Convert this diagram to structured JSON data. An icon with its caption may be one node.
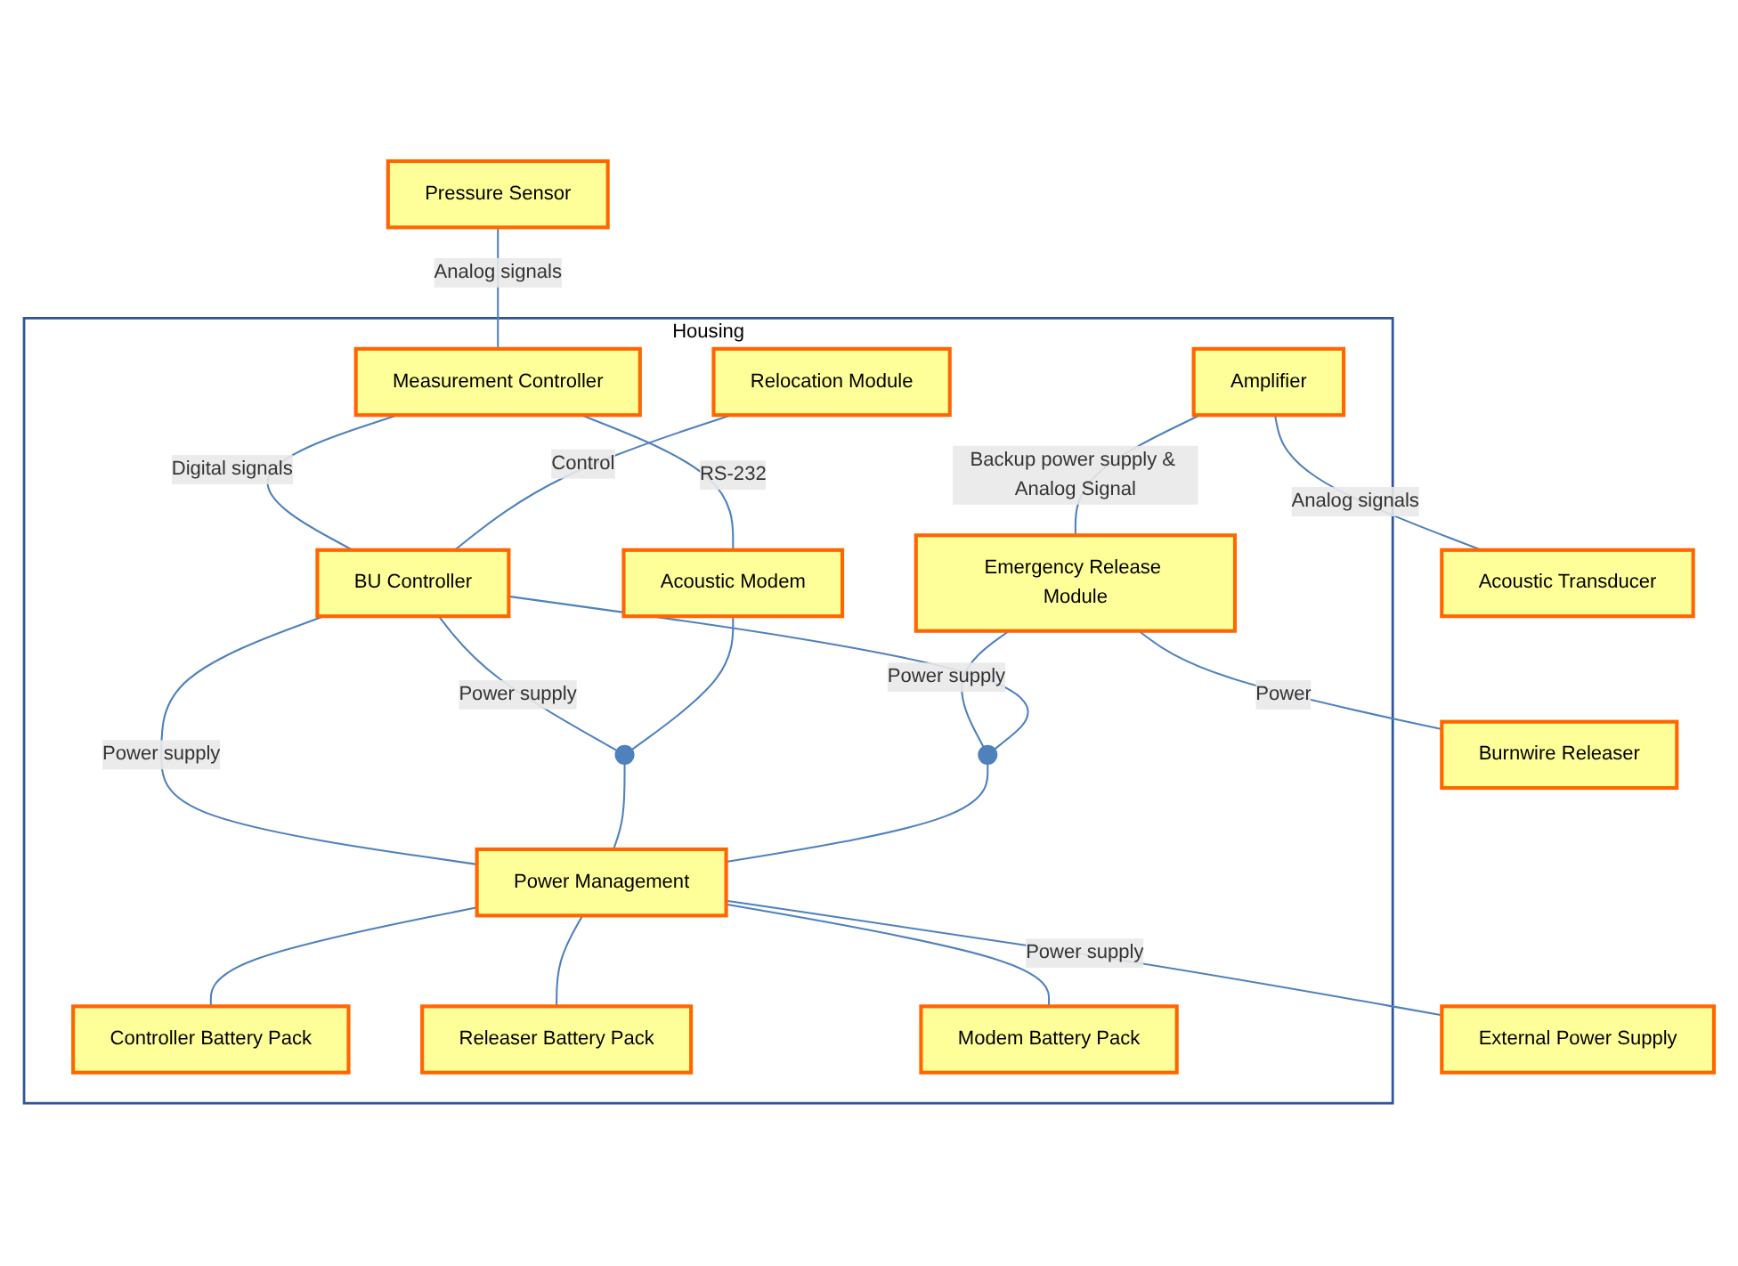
{
  "diagram": {
    "nodes": [
      {
        "text": [
          "Housing"
        ]
      },
      {
        "text": [
          "Pressure Sensor"
        ]
      },
      {
        "text": [
          "Measurement Controller"
        ],
        "in": 0
      },
      {
        "text": [
          "Acoustic Modem"
        ],
        "in": 0
      },
      {
        "text": [
          "Amplifier"
        ],
        "in": 0
      },
      {
        "text": [
          "Acoustic Transducer"
        ]
      },
      {
        "text": [
          "Relocation Module"
        ],
        "in": 0
      },
      {
        "text": [
          "BU Controller"
        ],
        "in": 0
      },
      {
        "text": [
          "Emergency Release Module"
        ],
        "in": 0
      },
      {
        "text": [
          "Burnwire Releaser"
        ]
      },
      {
        "text": [],
        "shape": "circle",
        "in": 0
      },
      {
        "text": [],
        "shape": "circle",
        "in": 0
      },
      {
        "text": [
          "Power Management"
        ],
        "in": 0
      },
      {
        "text": [
          "External Power Supply"
        ]
      },
      {
        "text": [
          "Controller Battery Pack"
        ],
        "in": 0
      },
      {
        "text": [
          "Releaser Battery Pack"
        ],
        "in": 0
      },
      {
        "text": [
          "Modem Battery Pack"
        ],
        "in": 0
      }
    ],
    "edges": [
      {
        "from": 1,
        "to": 2,
        "arrow": "none",
        "label": "Analog signals"
      },
      {
        "from": 2,
        "to": 3,
        "arrow": "none",
        "label": "RS-232"
      },
      {
        "from": 4,
        "to": 5,
        "arrow": "none",
        "label": "Analog signals"
      },
      {
        "from": 2,
        "to": 7,
        "arrow": "none",
        "label": "Digital signals"
      },
      {
        "from": 4,
        "to": 8,
        "arrow": "none",
        "label": "Backup power supply & Analog Signal"
      },
      {
        "from": 6,
        "to": 7,
        "arrow": "none",
        "label": "Control"
      },
      {
        "from": 8,
        "to": 9,
        "arrow": "none",
        "label": "Power"
      },
      {
        "from": 7,
        "to": 12,
        "arrow": "none",
        "label": "Power supply"
      },
      {
        "from": 7,
        "to": 10,
        "arrow": "none",
        "label": "Power supply"
      },
      {
        "from": 3,
        "to": 10,
        "arrow": "none"
      },
      {
        "from": 10,
        "to": 12,
        "arrow": "none"
      },
      {
        "from": 8,
        "to": 11,
        "arrow": "none",
        "label": "Power supply"
      },
      {
        "from": 7,
        "to": 11,
        "arrow": "none"
      },
      {
        "from": 11,
        "to": 12,
        "arrow": "none"
      },
      {
        "from": 12,
        "to": 13,
        "arrow": "none",
        "label": "Power supply"
      },
      {
        "from": 12,
        "to": 14,
        "arrow": "none"
      },
      {
        "from": 12,
        "to": 15,
        "arrow": "none"
      },
      {
        "from": 12,
        "to": 16,
        "arrow": "none"
      }
    ]
  }
}
